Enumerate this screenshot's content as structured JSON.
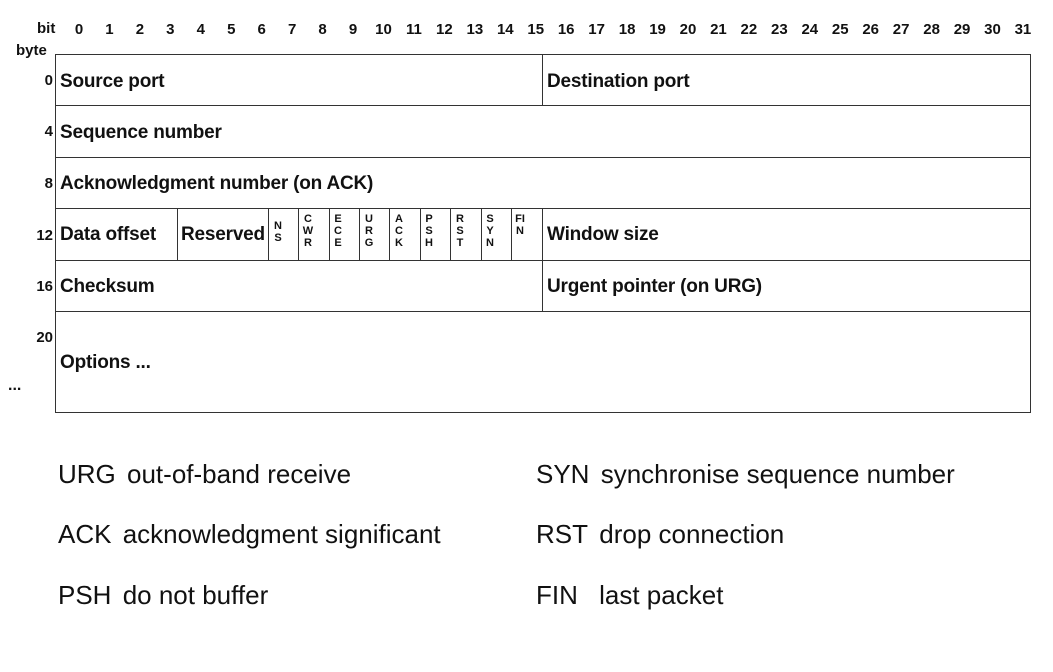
{
  "header": {
    "bit_label": "bit",
    "byte_label": "byte",
    "bits": [
      "0",
      "1",
      "2",
      "3",
      "4",
      "5",
      "6",
      "7",
      "8",
      "9",
      "10",
      "11",
      "12",
      "13",
      "14",
      "15",
      "16",
      "17",
      "18",
      "19",
      "20",
      "21",
      "22",
      "23",
      "24",
      "25",
      "26",
      "27",
      "28",
      "29",
      "30",
      "31"
    ]
  },
  "rows": {
    "offsets": [
      "0",
      "4",
      "8",
      "12",
      "16",
      "20"
    ],
    "ellipsis": "...",
    "fields": {
      "source_port": "Source port",
      "destination_port": "Destination port",
      "sequence_number": "Sequence number",
      "ack_number": "Acknowledgment number (on ACK)",
      "data_offset": "Data offset",
      "reserved": "Reserved",
      "window_size": "Window size",
      "checksum": "Checksum",
      "urgent_pointer": "Urgent pointer (on URG)",
      "options": "Options ..."
    },
    "flags": [
      "NS",
      "CWR",
      "ECE",
      "URG",
      "ACK",
      "PSH",
      "RST",
      "SYN",
      "FIN"
    ]
  },
  "legend": [
    {
      "code": "URG",
      "desc": "out-of-band receive"
    },
    {
      "code": "ACK",
      "desc": "acknowledgment significant"
    },
    {
      "code": "PSH",
      "desc": "do not buffer"
    },
    {
      "code": "SYN",
      "desc": "synchronise sequence number"
    },
    {
      "code": "RST",
      "desc": "drop connection"
    },
    {
      "code": "FIN",
      "desc": "last packet"
    }
  ]
}
